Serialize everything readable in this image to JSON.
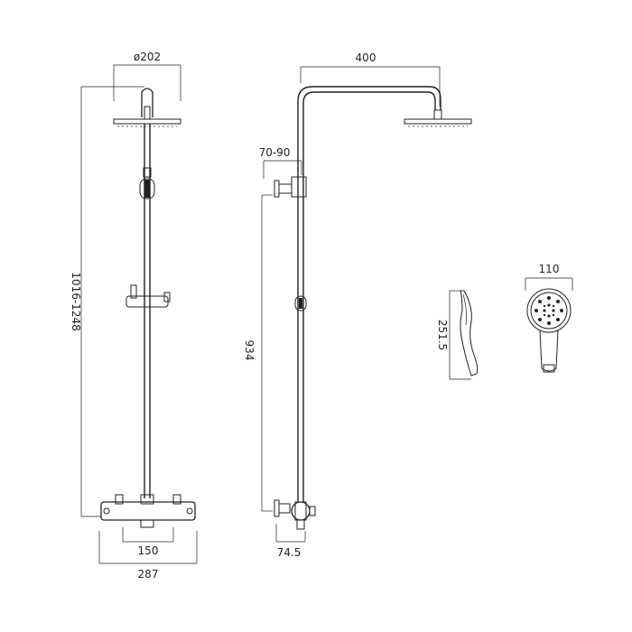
{
  "dimensions": {
    "head_diameter": "ø202",
    "total_height": "1016-1248",
    "valve_centres": "150",
    "valve_width": "287",
    "arm_projection": "400",
    "wall_offset": "70-90",
    "outlet_height": "934",
    "valve_depth": "74.5",
    "handset_length": "251.5",
    "handset_width": "110"
  },
  "colors": {
    "line": "#222222",
    "background": "#ffffff"
  }
}
